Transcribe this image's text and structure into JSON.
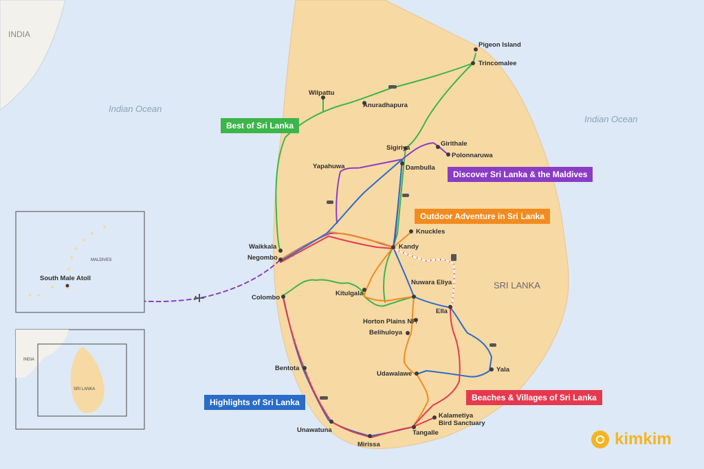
{
  "map": {
    "country_label": "SRI LANKA",
    "neighbor_label": "INDIA",
    "sea_labels": [
      "Indian Ocean",
      "Indian Ocean"
    ],
    "colors": {
      "sea": "#dde9f6",
      "land": "#f7d9a4",
      "best_of": "#3cb54a",
      "discover": "#8a3dc4",
      "outdoor": "#f28b1f",
      "highlights": "#2a6cc8",
      "beaches": "#e5394f"
    }
  },
  "places": {
    "pigeon_island": "Pigeon Island",
    "trincomalee": "Trincomalee",
    "wilpattu": "Wilpattu",
    "anuradhapura": "Anuradhapura",
    "sigiriya": "Sigiriya",
    "girithale": "Girithale",
    "polonnaruwa": "Polonnaruwa",
    "yapahuwa": "Yapahuwa",
    "dambulla": "Dambulla",
    "knuckles": "Knuckles",
    "kandy": "Kandy",
    "waikkala": "Waikkala",
    "negombo": "Negombo",
    "colombo": "Colombo",
    "kitulgala": "Kitulgala",
    "nuwara_eliya": "Nuwara Eliya",
    "ella": "Ella",
    "horton_plains": "Horton Plains NP.",
    "belihuloya": "Belihuloya",
    "udawalawe": "Udawalawe",
    "yala": "Yala",
    "bentota": "Bentota",
    "unawatuna": "Unawatuna",
    "mirissa": "Mirissa",
    "tangalle": "Tangalle",
    "kalametiya_1": "Kalametiya",
    "kalametiya_2": "Bird Sanctuary"
  },
  "inset_maldives": {
    "label": "MALDIVES",
    "atoll": "South Male Atoll"
  },
  "inset_overview": {
    "india": "INDIA",
    "sri_lanka": "SRI LANKA"
  },
  "legend": {
    "best_of": "Best of Sri Lanka",
    "discover": "Discover Sri Lanka & the Maldives",
    "outdoor": "Outdoor Adventure in Sri Lanka",
    "highlights": "Highlights of Sri Lanka",
    "beaches": "Beaches & Villages of Sri Lanka"
  },
  "brand": {
    "name": "kimkim",
    "icon": "compass-icon"
  }
}
